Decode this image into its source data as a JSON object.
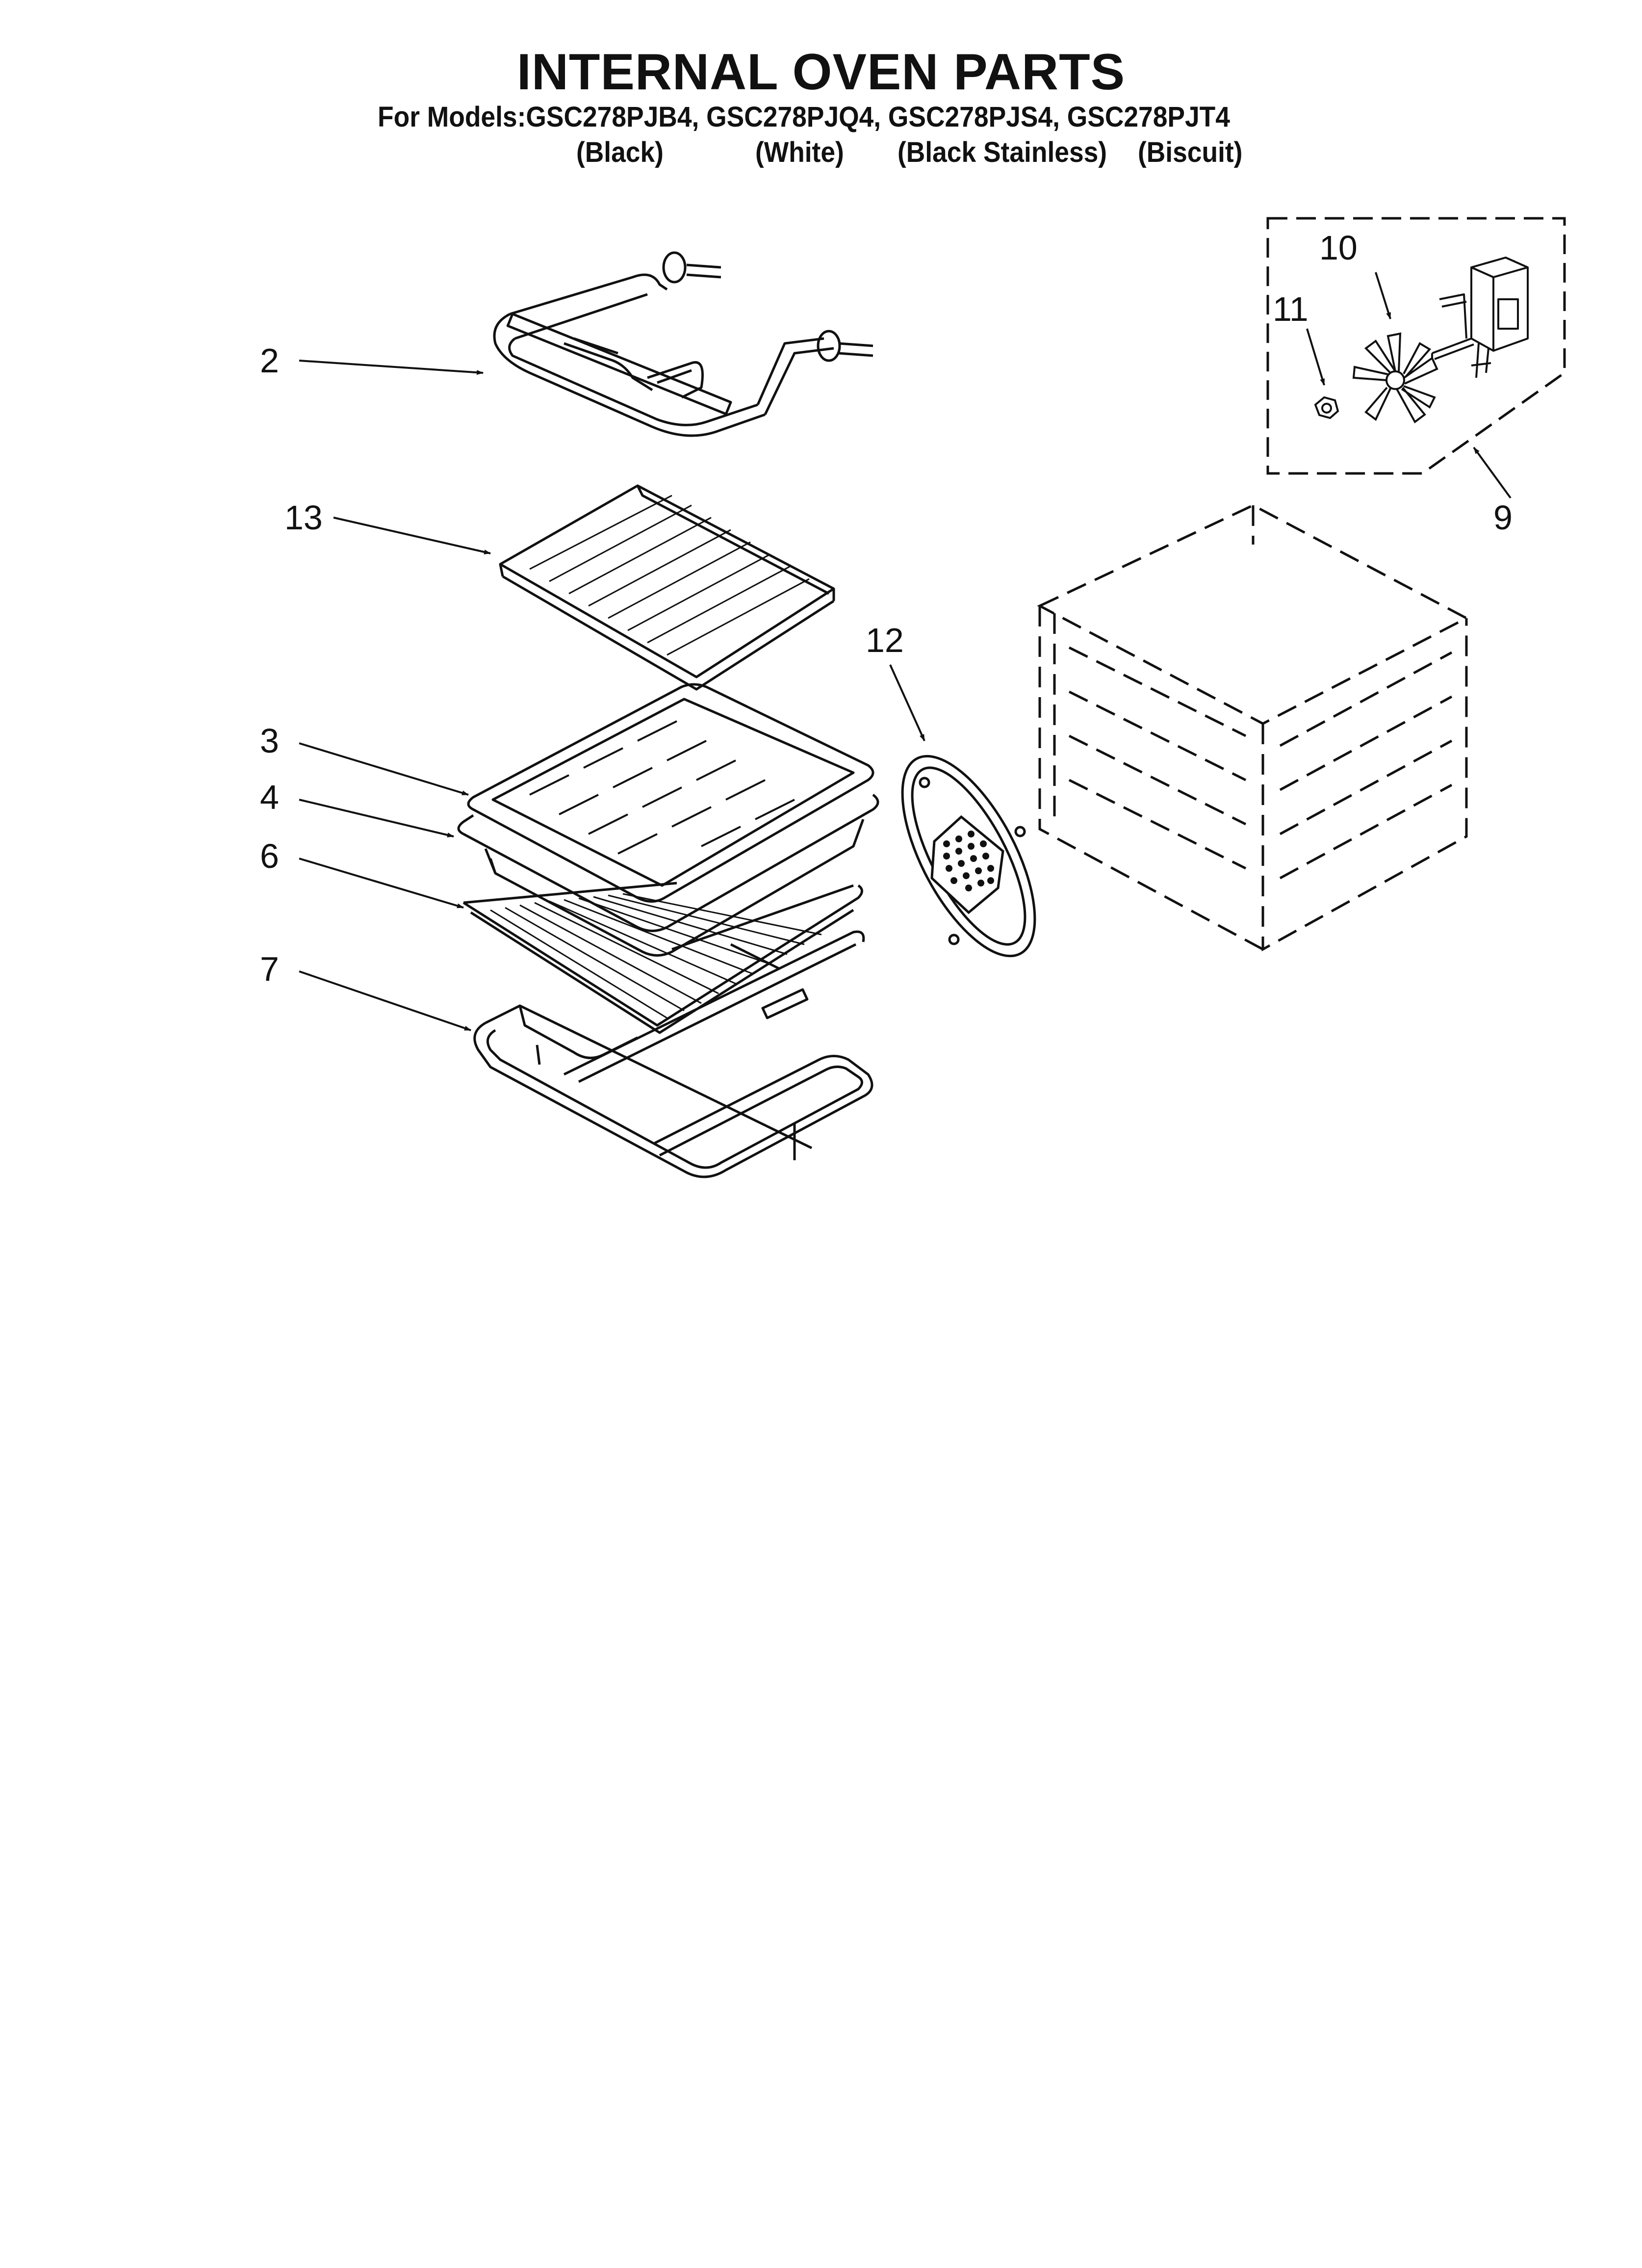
{
  "header": {
    "title": "INTERNAL OVEN PARTS",
    "models_line": "For Models:GSC278PJB4, GSC278PJQ4, GSC278PJS4, GSC278PJT4",
    "variants": [
      "(Black)",
      "(White)",
      "(Black Stainless)",
      "(Biscuit)"
    ]
  },
  "callouts": {
    "c2": "2",
    "c13": "13",
    "c3": "3",
    "c4": "4",
    "c6": "6",
    "c7": "7",
    "c12": "12",
    "c10": "10",
    "c11": "11",
    "c9": "9"
  }
}
